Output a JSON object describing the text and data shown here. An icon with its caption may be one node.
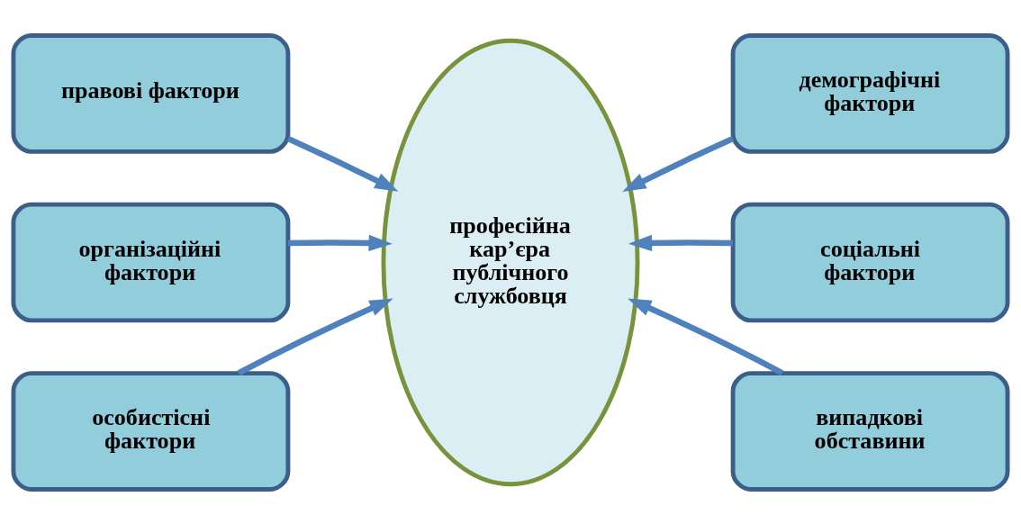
{
  "diagram": {
    "nodes": [
      {
        "text": [
          "правові фактори"
        ]
      },
      {
        "text": [
          "демографічні фактори"
        ]
      },
      {
        "text": [
          "професійна кар’єра публічного службовця"
        ]
      },
      {
        "text": [
          "організаційні фактори"
        ]
      },
      {
        "text": [
          "соціальні фактори"
        ]
      },
      {
        "text": [
          "особистісні фактори"
        ]
      },
      {
        "text": [
          "випадкові обставини"
        ]
      }
    ],
    "edges": [
      {
        "from": 0,
        "to": 2,
        "arrow": "to"
      },
      {
        "from": 1,
        "to": 2,
        "arrow": "to"
      },
      {
        "from": 3,
        "to": 2,
        "arrow": "to"
      },
      {
        "from": 4,
        "to": 2,
        "arrow": "to"
      },
      {
        "from": 5,
        "to": 2,
        "arrow": "to"
      },
      {
        "from": 6,
        "to": 2,
        "arrow": "to"
      }
    ]
  }
}
